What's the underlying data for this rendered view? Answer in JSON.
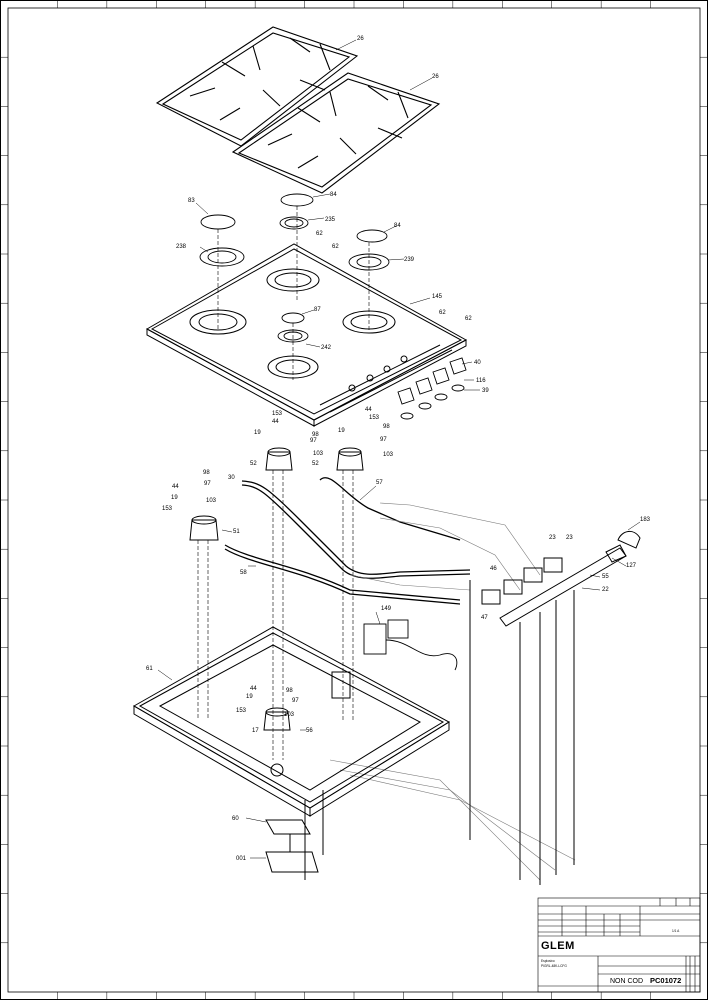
{
  "drawing": {
    "part_labels": [
      {
        "id": "p1",
        "text": "26"
      },
      {
        "id": "p2",
        "text": "26"
      },
      {
        "id": "p3",
        "text": "84"
      },
      {
        "id": "p4",
        "text": "83"
      },
      {
        "id": "p5",
        "text": "235"
      },
      {
        "id": "p6",
        "text": "84"
      },
      {
        "id": "p7",
        "text": "62"
      },
      {
        "id": "p8",
        "text": "62"
      },
      {
        "id": "p9",
        "text": "238"
      },
      {
        "id": "p10",
        "text": "239"
      },
      {
        "id": "p11",
        "text": "145"
      },
      {
        "id": "p12",
        "text": "87"
      },
      {
        "id": "p13",
        "text": "62"
      },
      {
        "id": "p14",
        "text": "62"
      },
      {
        "id": "p15",
        "text": "242"
      },
      {
        "id": "p16",
        "text": "40"
      },
      {
        "id": "p17",
        "text": "116"
      },
      {
        "id": "p18",
        "text": "39"
      },
      {
        "id": "p19",
        "text": "153"
      },
      {
        "id": "p20",
        "text": "44"
      },
      {
        "id": "p21",
        "text": "19"
      },
      {
        "id": "p22",
        "text": "98"
      },
      {
        "id": "p23",
        "text": "97"
      },
      {
        "id": "p24",
        "text": "103"
      },
      {
        "id": "p25",
        "text": "44"
      },
      {
        "id": "p26",
        "text": "153"
      },
      {
        "id": "p27",
        "text": "19"
      },
      {
        "id": "p28",
        "text": "98"
      },
      {
        "id": "p29",
        "text": "97"
      },
      {
        "id": "p30",
        "text": "103"
      },
      {
        "id": "p31",
        "text": "52"
      },
      {
        "id": "p32",
        "text": "52"
      },
      {
        "id": "p33",
        "text": "30"
      },
      {
        "id": "p34",
        "text": "57"
      },
      {
        "id": "p35",
        "text": "44"
      },
      {
        "id": "p36",
        "text": "98"
      },
      {
        "id": "p37",
        "text": "97"
      },
      {
        "id": "p38",
        "text": "19"
      },
      {
        "id": "p39",
        "text": "103"
      },
      {
        "id": "p40",
        "text": "153"
      },
      {
        "id": "p41",
        "text": "51"
      },
      {
        "id": "p42",
        "text": "58"
      },
      {
        "id": "p43",
        "text": "183"
      },
      {
        "id": "p44",
        "text": "23"
      },
      {
        "id": "p45",
        "text": "23"
      },
      {
        "id": "p46",
        "text": "127"
      },
      {
        "id": "p47",
        "text": "46"
      },
      {
        "id": "p48",
        "text": "55"
      },
      {
        "id": "p49",
        "text": "22"
      },
      {
        "id": "p50",
        "text": "47"
      },
      {
        "id": "p51",
        "text": "149"
      },
      {
        "id": "p52",
        "text": "61"
      },
      {
        "id": "p53",
        "text": "44"
      },
      {
        "id": "p54",
        "text": "98"
      },
      {
        "id": "p55",
        "text": "19"
      },
      {
        "id": "p56",
        "text": "97"
      },
      {
        "id": "p57",
        "text": "153"
      },
      {
        "id": "p58",
        "text": "103"
      },
      {
        "id": "p59",
        "text": "17"
      },
      {
        "id": "p60",
        "text": "56"
      },
      {
        "id": "p61",
        "text": "60"
      },
      {
        "id": "p62",
        "text": "001"
      }
    ]
  },
  "title_block": {
    "brand": "GLEM",
    "model_line1": "Esplosivo",
    "model_line2": "PIGRL-48K-LCFG",
    "non_cod": "NON COD",
    "code": "PC01072",
    "sheet": "1/1 A"
  }
}
